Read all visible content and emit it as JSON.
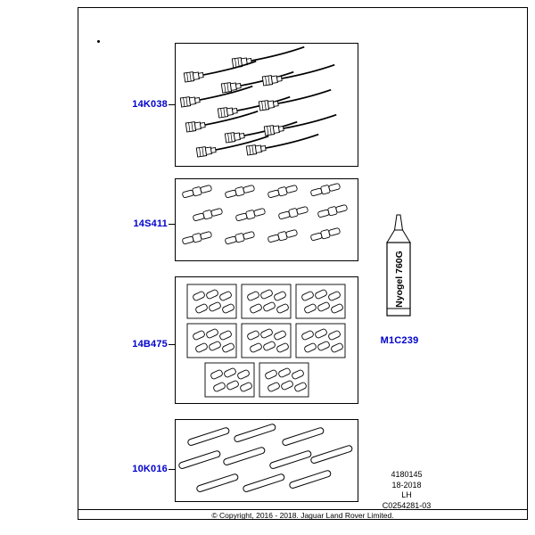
{
  "diagram": {
    "copyright": "© Copyright, 2016 - 2018. Jaguar Land Rover Limited.",
    "part_labels": {
      "terminals": "14K038",
      "splices": "14S411",
      "seals": "14B475",
      "grease": "M1C239",
      "tubes": "10K016"
    },
    "grease_tube_text": "Nyogel 760G",
    "reference": {
      "line1": "4180145",
      "line2": "18-2018",
      "line3": "LH",
      "line4": "C0254281-03"
    },
    "colors": {
      "part_label_blue": "#0000cd",
      "line_color": "#000000",
      "background": "#ffffff"
    }
  }
}
